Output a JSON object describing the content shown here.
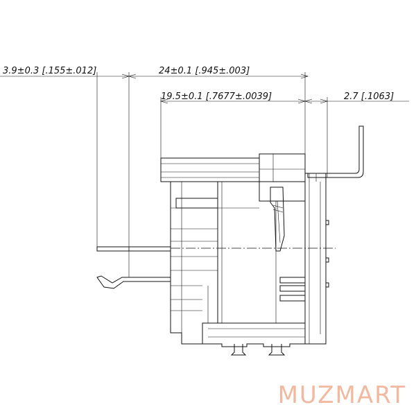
{
  "dimensions": {
    "left_overhang": "3.9±0.3 [.155±.012]",
    "overall_depth": "24±0.1 [.945±.003]",
    "body_depth": "19.5±0.1 [.7677±.0039]",
    "tab_offset": "2.7 [.1063]"
  },
  "watermark": {
    "text": "MUZMART"
  }
}
